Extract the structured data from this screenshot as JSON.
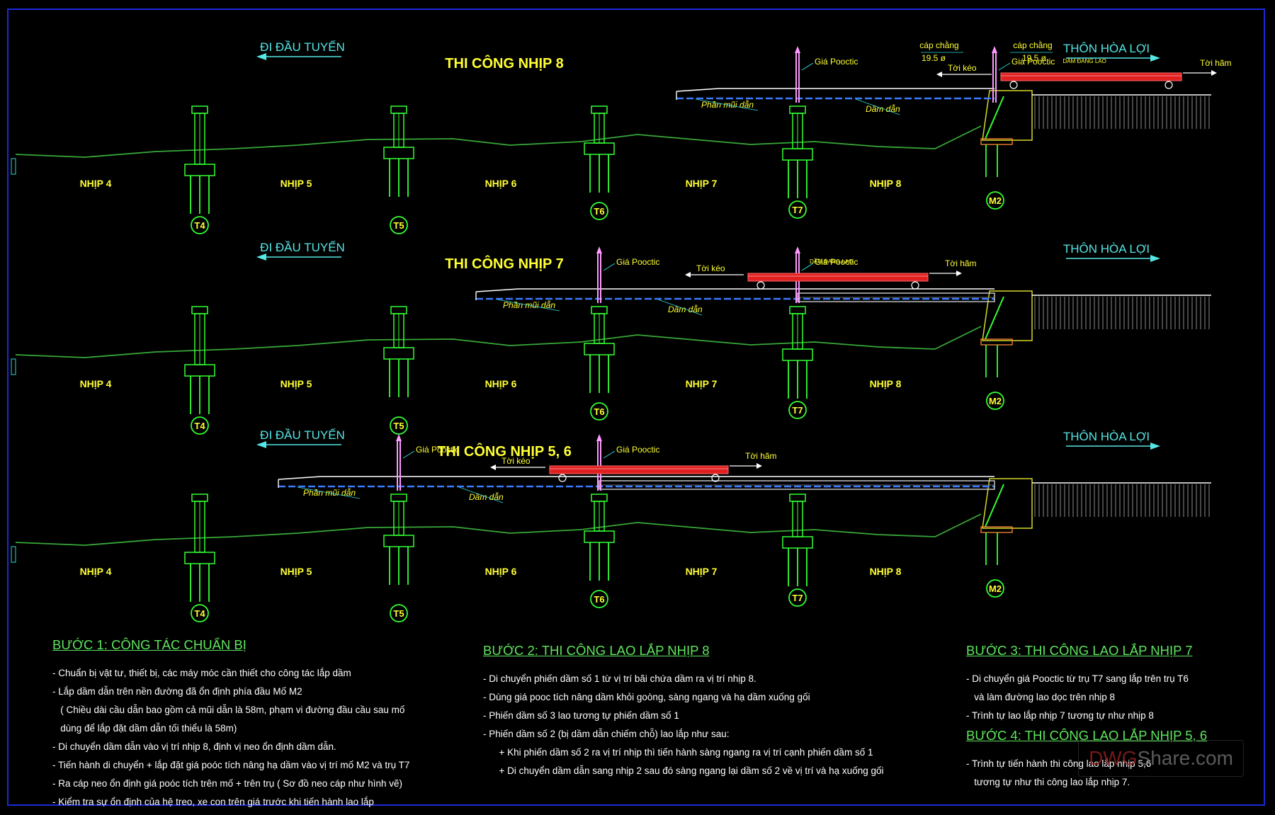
{
  "panels": [
    {
      "title": "THI CÔNG NHỊP 8",
      "left_dir": "ĐI ĐẦU TUYẾN",
      "right_dir": "THÔN HÒA LỢI",
      "spans": [
        "NHỊP 4",
        "NHỊP 5",
        "NHỊP 6",
        "NHỊP 7",
        "NHỊP 8"
      ],
      "piers": [
        "T4",
        "T5",
        "T6",
        "T7",
        "M2"
      ],
      "labels": {
        "gantry_a": "Giá Pooctic",
        "gantry_b": "Giá Pooctic",
        "nose": "Phần mũi dẫn",
        "guide": "Dầm dẫn",
        "pull": "Tời kéo",
        "brake": "Tời hãm",
        "beam": "DẦM ĐANG LAO",
        "cable1": "cáp chằng",
        "cable1_val": "19.5 ø",
        "cable2": "cáp chằng",
        "cable2_val": "19.5 ø"
      }
    },
    {
      "title": "THI CÔNG NHỊP 7",
      "left_dir": "ĐI ĐẦU TUYẾN",
      "right_dir": "THÔN HÒA LỢI",
      "spans": [
        "NHỊP 4",
        "NHỊP 5",
        "NHỊP 6",
        "NHỊP 7",
        "NHỊP 8"
      ],
      "piers": [
        "T4",
        "T5",
        "T6",
        "T7",
        "M2"
      ],
      "labels": {
        "gantry_a": "Giá Pooctic",
        "gantry_b": "Giá Pooctic",
        "nose": "Phần mũi dẫn",
        "guide": "Dầm dẫn",
        "pull": "Tời kéo",
        "brake": "Tời hãm",
        "beam": "DẦM ĐANG LAO"
      }
    },
    {
      "title": "THI CÔNG NHỊP 5, 6",
      "left_dir": "ĐI ĐẦU TUYẾN",
      "right_dir": "THÔN HÒA LỢI",
      "spans": [
        "NHỊP 4",
        "NHỊP 5",
        "NHỊP 6",
        "NHỊP 7",
        "NHỊP 8"
      ],
      "piers": [
        "T4",
        "T5",
        "T6",
        "T7",
        "M2"
      ],
      "labels": {
        "gantry_a": "Giá Pooctic",
        "gantry_b": "Giá Pooctic",
        "nose": "Phần mũi dẫn",
        "guide": "Dầm dẫn",
        "pull": "Tời kéo",
        "brake": "Tời hãm"
      }
    }
  ],
  "steps": [
    {
      "heading": "BƯỚC 1: CÔNG TÁC CHUẨN BỊ",
      "items": [
        "- Chuẩn bị vật tư, thiết bị, các máy móc cần thiết cho công tác lắp dầm",
        "- Lắp dầm dẫn trên nền đường đã ổn định phía đầu Mố M2",
        "   ( Chiều dài cầu dẫn bao gồm cả mũi dẫn là 58m, phạm vi đường đầu cầu sau mố",
        "   dùng để lắp đặt dầm dẫn tối thiểu là 58m)",
        "- Di chuyển dầm dẫn vào vị trí nhịp 8, định vị neo ổn định dầm dẫn.",
        "- Tiến hành di chuyển + lắp đặt giá poóc tích nâng hạ dầm vào vị trí mố M2 và trụ T7",
        "- Ra cáp neo ổn định giá poóc tích trên mố + trên trụ ( Sơ đồ neo cáp như hình vẽ)",
        "- Kiểm tra sự ổn định của hệ treo, xe con trên giá trước khi tiến hành lao lắp"
      ]
    },
    {
      "heading": "BƯỚC 2: THI CÔNG LAO LẮP NHỊP 8",
      "items": [
        "- Di chuyển phiến dầm số 1 từ vị trí bãi chứa dầm ra vị trí nhịp 8.",
        "- Dùng giá pooc tích nâng  dầm khỏi goòng, sàng ngang và hạ dầm xuống gối",
        "- Phiến dầm số 3 lao tương tự phiến dầm số 1",
        "- Phiến dầm số 2 (bị dầm dẫn chiếm chỗ) lao lắp như sau:",
        "      + Khi phiến dầm số 2 ra vị trí nhịp thì tiến hành sàng ngang ra vị trí cạnh phiến dầm số 1",
        "      + Di chuyển dầm dẫn sang nhịp 2 sau đó sàng ngang lại dầm số 2 về vị trí và hạ xuống gối"
      ]
    },
    {
      "heading": "BƯỚC 3: THI CÔNG LAO LẮP NHỊP 7",
      "items": [
        "- Di chuyển giá Pooctic từ trụ T7 sang lắp trên trụ T6",
        "   và làm đường lao dọc trên nhịp 8",
        "- Trình tự lao lắp nhịp 7 tương tự như nhịp 8"
      ]
    },
    {
      "heading": "BƯỚC 4: THI CÔNG LAO LẮP NHỊP 5, 6",
      "items": [
        "- Trình tự tiến hành thi công lao lắp nhịp 5,6",
        "   tương tự như thi công lao lắp nhịp 7."
      ]
    }
  ],
  "watermark": {
    "part1": "DWG",
    "part2": "Share.com"
  },
  "colors": {
    "background": "#000000",
    "frame": "#1a2bd8",
    "pier": "#33ff33",
    "ground": "#38a838",
    "title": "#ffff33",
    "span_label": "#ffff33",
    "direction": "#55e6e6",
    "label": "#ffff33",
    "beam": "#e02020",
    "deck": "#ffffff",
    "heading": "#5ee65e",
    "gantry": "#ff99ff"
  }
}
